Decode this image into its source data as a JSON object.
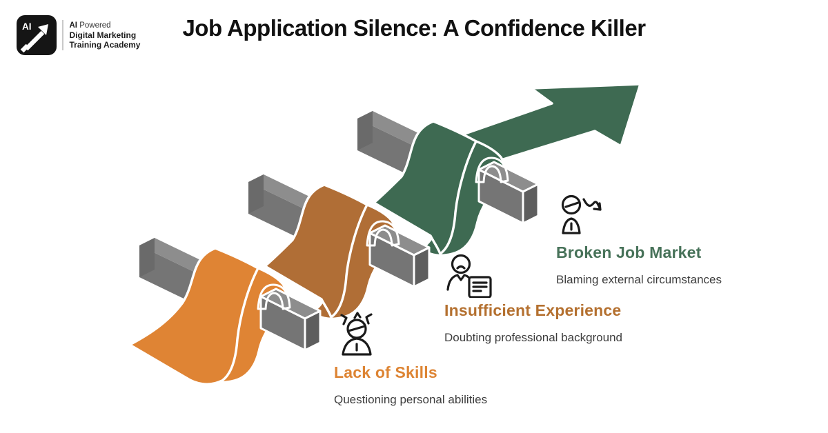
{
  "header": {
    "title": "Job Application Silence: A Confidence Killer"
  },
  "logo": {
    "badge_text": "AI",
    "icon": "growth-arrow-icon",
    "line1_bold": "AI",
    "line1_rest": " Powered",
    "line2": "Digital Marketing",
    "line3": "Training Academy"
  },
  "stages": [
    {
      "title": "Lack of Skills",
      "subtitle": "Questioning personal abilities",
      "icon": "stressed-person-icon",
      "ribbon_color": "#DF8434",
      "title_color": "#DD8433"
    },
    {
      "title": "Insufficient Experience",
      "subtitle": "Doubting professional background",
      "icon": "person-with-resume-icon",
      "ribbon_color": "#B06E36",
      "title_color": "#B4702F"
    },
    {
      "title": "Broken Job Market",
      "subtitle": "Blaming external circumstances",
      "icon": "person-decline-arrow-icon",
      "ribbon_color": "#3E6A52",
      "title_color": "#477259"
    }
  ],
  "colors": {
    "stage1": "#DF8434",
    "stage2": "#B06E36",
    "stage3": "#3E6A52",
    "bar_top": "#8D8D8D",
    "bar_front": "#757575",
    "bar_cap": "#6A6A6A",
    "bar_end": "#5E5E5E",
    "text_dark": "#3D3D3D",
    "title_text": "#111111"
  }
}
